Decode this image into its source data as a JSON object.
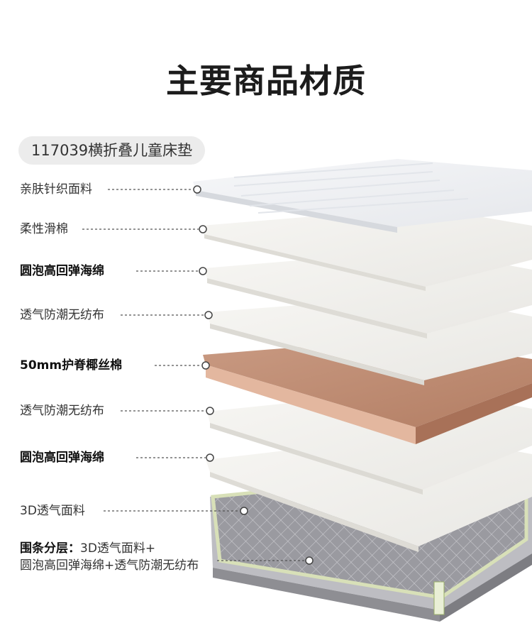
{
  "title": "主要商品材质",
  "model_tag": "117039横折叠儿童床垫",
  "layers": [
    {
      "label": "亲肤针织面料",
      "bold": false
    },
    {
      "label": "柔性滑棉",
      "bold": false
    },
    {
      "label": "圆泡高回弹海绵",
      "bold": true
    },
    {
      "label": "透气防潮无纺布",
      "bold": false
    },
    {
      "label": "50mm护脊椰丝棉",
      "bold": true
    },
    {
      "label": "透气防潮无纺布",
      "bold": false
    },
    {
      "label": "圆泡高回弹海绵",
      "bold": true
    },
    {
      "label": "3D透气面料",
      "bold": false
    }
  ],
  "edge_note": {
    "prefix": "围条分层：",
    "line1_rest": "3D透气面料+",
    "line2": "圆泡高回弹海绵+透气防潮无纺布"
  },
  "colors": {
    "coir_layer": "#c08a70",
    "foam_layer": "#f2f1ee",
    "knit_layer": "#f3f4f6",
    "mesh_base": "#8f8f95",
    "edge_trim": "#d8e0b8"
  }
}
